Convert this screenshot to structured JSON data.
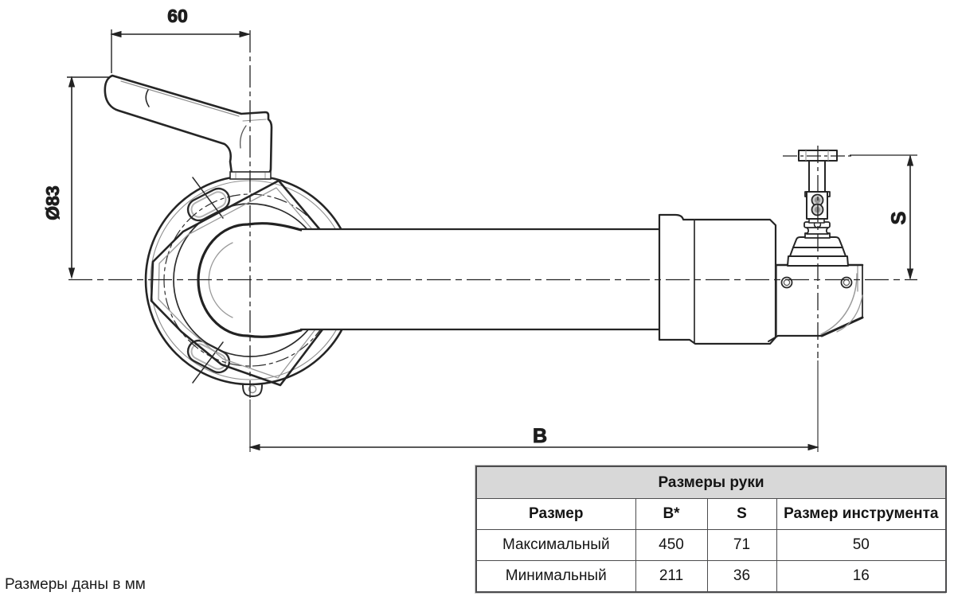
{
  "drawing": {
    "dim_top": "60",
    "dim_diameter": "Ø83",
    "dim_length": "B",
    "dim_height": "S"
  },
  "table": {
    "title": "Размеры руки",
    "headers": [
      "Размер",
      "B*",
      "S",
      "Размер инструмента"
    ],
    "rows": [
      [
        "Максимальный",
        "450",
        "71",
        "50"
      ],
      [
        "Минимальный",
        "211",
        "36",
        "16"
      ]
    ]
  },
  "note": "Размеры даны в мм",
  "colors": {
    "line": "#252525",
    "line_gray": "#9a9a9a",
    "table_border": "#4c4c4e",
    "table_header_bg": "#d8d8d8",
    "background": "#ffffff"
  }
}
